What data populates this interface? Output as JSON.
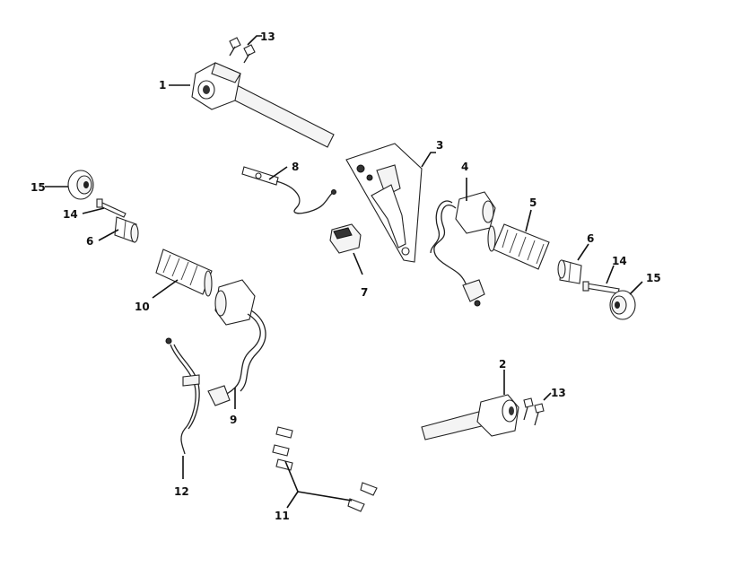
{
  "diagram": {
    "labels": {
      "p1": "1",
      "p2": "2",
      "p3": "3",
      "p4": "4",
      "p5": "5",
      "p6a": "6",
      "p6b": "6",
      "p7": "7",
      "p8": "8",
      "p9": "9",
      "p10": "10",
      "p11": "11",
      "p12": "12",
      "p13a": "13",
      "p13b": "13",
      "p14a": "14",
      "p14b": "14",
      "p15a": "15",
      "p15b": "15"
    }
  }
}
